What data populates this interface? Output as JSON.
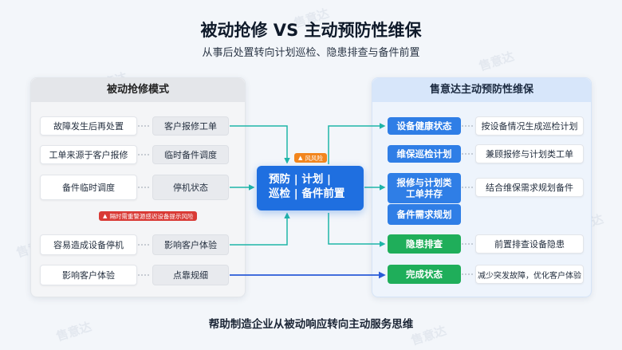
{
  "title": "被动抢修 VS 主动预防性维保",
  "subtitle": "从事后处置转向计划巡检、隐患排查与备件前置",
  "footer": "帮助制造企业从被动响应转向主动服务思维",
  "watermark": "售意达",
  "left_panel": {
    "title": "被动抢修模式",
    "rows": [
      {
        "left": "故障发生后再处置",
        "right": "客户报修工单"
      },
      {
        "left": "工单来源于客户报修",
        "right": "临时备件调度"
      },
      {
        "left": "备件临时调度",
        "right": "停机状态"
      },
      {
        "left": "容易造成设备停机",
        "right": "影响客户体验"
      },
      {
        "left": "影响客户体验",
        "right": "点靠规细"
      }
    ],
    "alert": "隔时需重警源感迟设备提示风险"
  },
  "center": {
    "line1": "预防 | 计划 |",
    "line2": "巡检 | 备件前置",
    "badge": "风风险"
  },
  "right_panel": {
    "title": "售意达主动预防性维保",
    "rows": [
      {
        "action": "设备健康状态",
        "result": "按设备情况生成巡检计划",
        "color": "blue"
      },
      {
        "action": "维保巡检计划",
        "result": "兼顾报修与计划类工单",
        "color": "blue"
      },
      {
        "action": "报修与计划类工单并存",
        "result": "结合维保需求规划备件",
        "color": "blue"
      },
      {
        "action": "备件需求规划",
        "result": "",
        "color": "blue"
      },
      {
        "action": "隐患排查",
        "result": "前置排查设备隐患",
        "color": "green"
      },
      {
        "action": "完成状态",
        "result": "减少突发故障，优化客户体验",
        "color": "green"
      }
    ]
  },
  "colors": {
    "primary": "#1f6fe0",
    "blue": "#2f7ee6",
    "green": "#1fae5a",
    "orange": "#f2851d",
    "red": "#d93a35",
    "teal": "#1fb5a8",
    "navy": "#2a5bd7"
  },
  "icons": {
    "badge_icon": "warning-triangle-icon"
  }
}
